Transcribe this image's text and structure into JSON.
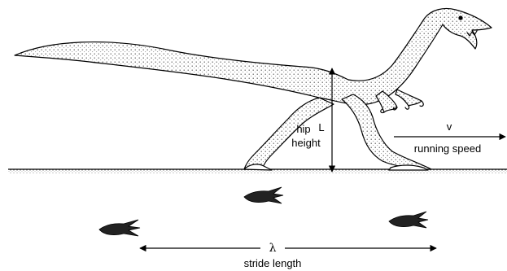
{
  "labels": {
    "hip": "hip",
    "height": "height",
    "L": "L",
    "v": "v",
    "running_speed": "running speed",
    "lambda": "λ",
    "stride_length": "stride length"
  },
  "colors": {
    "ink": "#000000",
    "background": "#ffffff",
    "shading": "#555555"
  }
}
